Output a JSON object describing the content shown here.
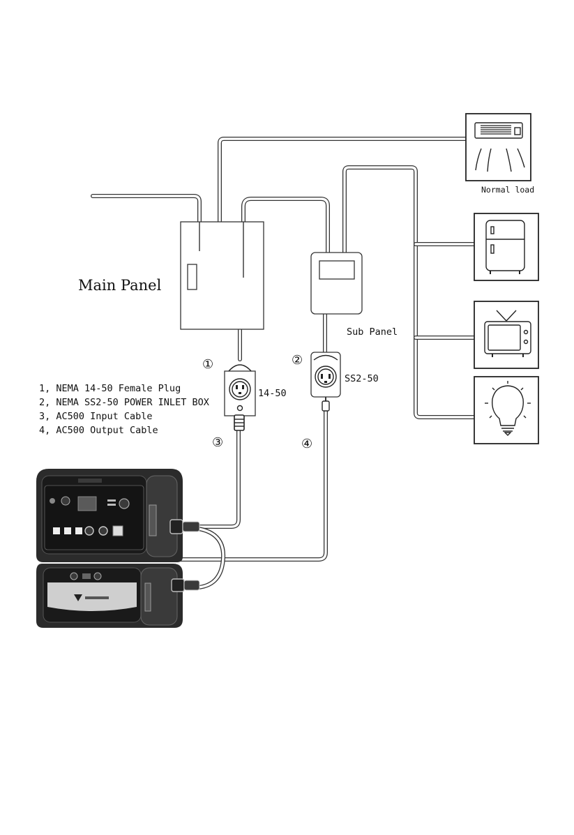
{
  "labels": {
    "main_panel": "Main Panel",
    "sub_panel": "Sub Panel",
    "normal_load": "Normal load",
    "plug_14_50": "14-50",
    "plug_ss2_50": "SS2-50"
  },
  "markers": [
    "①",
    "②",
    "③",
    "④"
  ],
  "legend": [
    "1, NEMA 14-50 Female Plug",
    "2, NEMA SS2-50 POWER INLET BOX",
    "3, AC500 Input Cable",
    "4, AC500 Output Cable"
  ],
  "loads": [
    "air-conditioner-icon",
    "refrigerator-icon",
    "television-icon",
    "light-bulb-icon"
  ],
  "devices": [
    "ac500-power-station",
    "battery-module"
  ]
}
